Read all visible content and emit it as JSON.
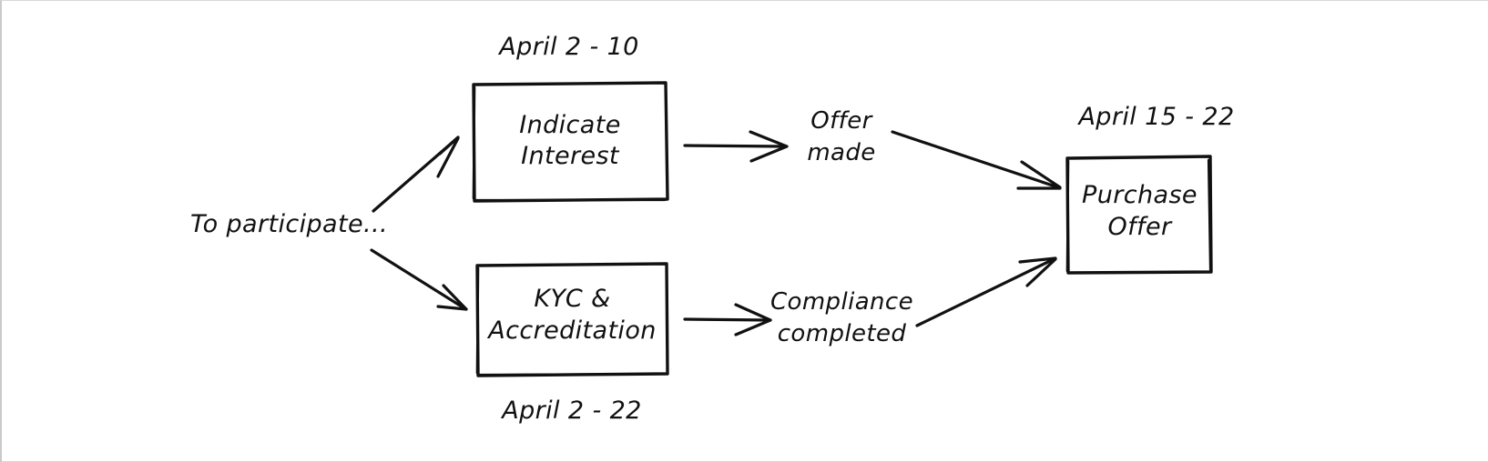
{
  "diagram": {
    "title_text": "To participate...",
    "background_color": "#ffffff",
    "ink_color": "#111111",
    "style": "hand-drawn sketch flowchart",
    "start": {
      "label": "To participate...",
      "name": "start-label"
    },
    "nodes": [
      {
        "id": "indicate-interest",
        "line1": "Indicate",
        "line2": "Interest",
        "date_label": "April 2 - 10",
        "date_position": "above"
      },
      {
        "id": "kyc-accreditation",
        "line1": "KYC &",
        "line2": "Accreditation",
        "date_label": "April 2 - 22",
        "date_position": "below"
      },
      {
        "id": "purchase-offer",
        "line1": "Purchase",
        "line2": "Offer",
        "date_label": "April 15 - 22",
        "date_position": "above"
      }
    ],
    "edge_labels": [
      {
        "id": "offer-made",
        "line1": "Offer",
        "line2": "made"
      },
      {
        "id": "compliance-completed",
        "line1": "Compliance",
        "line2": "completed"
      }
    ],
    "edges": [
      {
        "id": "start-to-indicate-interest",
        "from": "start",
        "to": "indicate-interest"
      },
      {
        "id": "start-to-kyc",
        "from": "start",
        "to": "kyc-accreditation"
      },
      {
        "id": "indicate-interest-to-offer-made",
        "from": "indicate-interest",
        "to": "offer-made"
      },
      {
        "id": "offer-made-to-purchase-offer",
        "from": "offer-made",
        "to": "purchase-offer"
      },
      {
        "id": "kyc-to-compliance-completed",
        "from": "kyc-accreditation",
        "to": "compliance-completed"
      },
      {
        "id": "compliance-completed-to-purchase-offer",
        "from": "compliance-completed",
        "to": "purchase-offer"
      }
    ]
  }
}
